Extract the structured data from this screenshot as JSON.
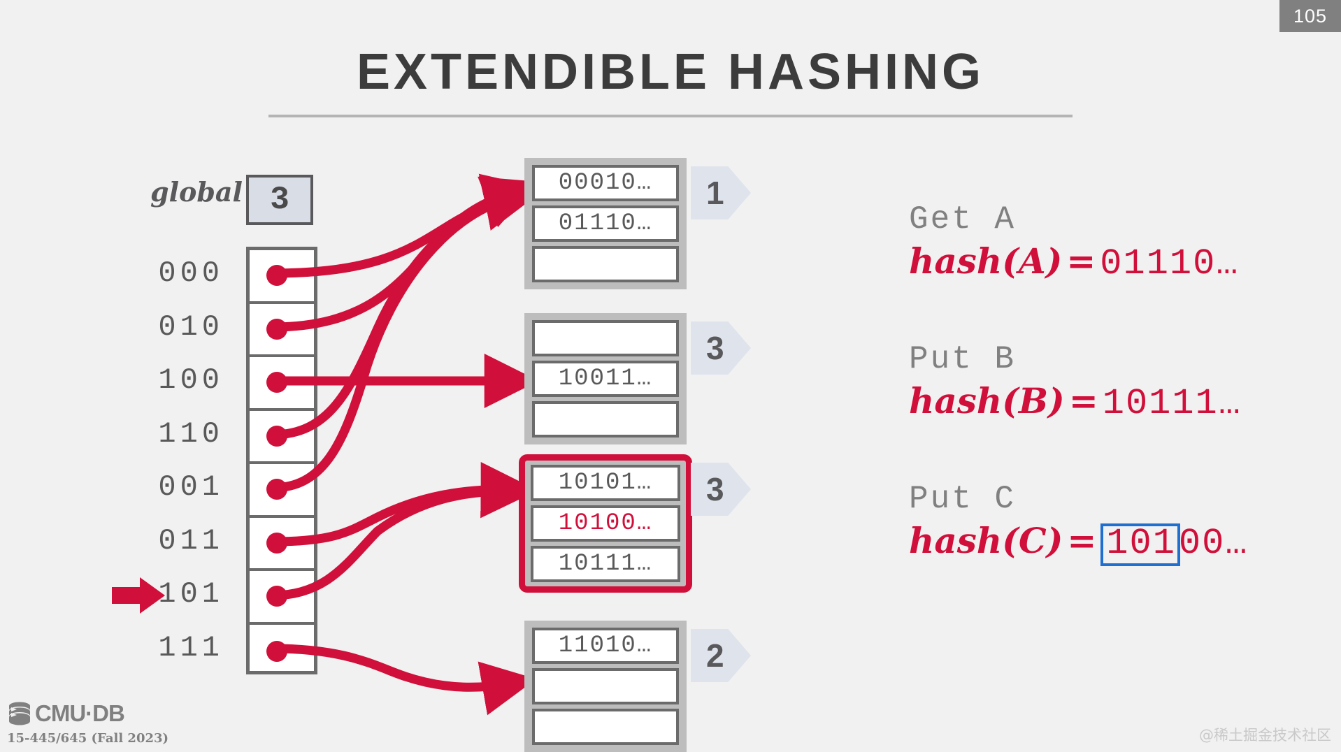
{
  "page": {
    "number": "105",
    "badge_color": "#808080"
  },
  "header": {
    "title": "EXTENDIBLE HASHING"
  },
  "colors": {
    "accent_red": "#d0103a",
    "gray_text": "#808080",
    "dark_text": "#3c3c3c",
    "chevron_bg": "#dfe3ec",
    "highlight_blue": "#1f6fd0",
    "background": "#f1f1f1"
  },
  "directory": {
    "global_label": "global",
    "global_depth": "3",
    "keys": [
      "000",
      "010",
      "100",
      "110",
      "001",
      "011",
      "101",
      "111"
    ],
    "pointer_row_index": 6,
    "pointer_icon": "right-arrow-icon"
  },
  "buckets": [
    {
      "local_depth": "1",
      "highlighted": false,
      "slots": [
        {
          "value": "00010…",
          "accent": false
        },
        {
          "value": "01110…",
          "accent": false
        },
        {
          "value": "",
          "accent": false
        }
      ]
    },
    {
      "local_depth": "3",
      "highlighted": false,
      "slots": [
        {
          "value": "",
          "accent": false
        },
        {
          "value": "10011…",
          "accent": false
        },
        {
          "value": "",
          "accent": false
        }
      ]
    },
    {
      "local_depth": "3",
      "highlighted": true,
      "slots": [
        {
          "value": "10101…",
          "accent": false
        },
        {
          "value": "10100…",
          "accent": true
        },
        {
          "value": "10111…",
          "accent": false
        }
      ]
    },
    {
      "local_depth": "2",
      "highlighted": false,
      "slots": [
        {
          "value": "11010…",
          "accent": false
        },
        {
          "value": "",
          "accent": false
        },
        {
          "value": "",
          "accent": false
        }
      ]
    }
  ],
  "operations": [
    {
      "command": "Get A",
      "fn": "hash(A)",
      "eq": "=",
      "value": "01110…",
      "boxed_prefix": "",
      "value_rest": "01110…"
    },
    {
      "command": "Put B",
      "fn": "hash(B)",
      "eq": "=",
      "value": "10111…",
      "boxed_prefix": "",
      "value_rest": "10111…"
    },
    {
      "command": "Put C",
      "fn": "hash(C)",
      "eq": "=",
      "value": "10100…",
      "boxed_prefix": "101",
      "value_rest": "00…"
    }
  ],
  "footer": {
    "logo_text": "CMU·DB",
    "logo_icon": "database-icon",
    "course": "15-445/645 (Fall 2023)",
    "watermark": "@稀土掘金技术社区"
  }
}
